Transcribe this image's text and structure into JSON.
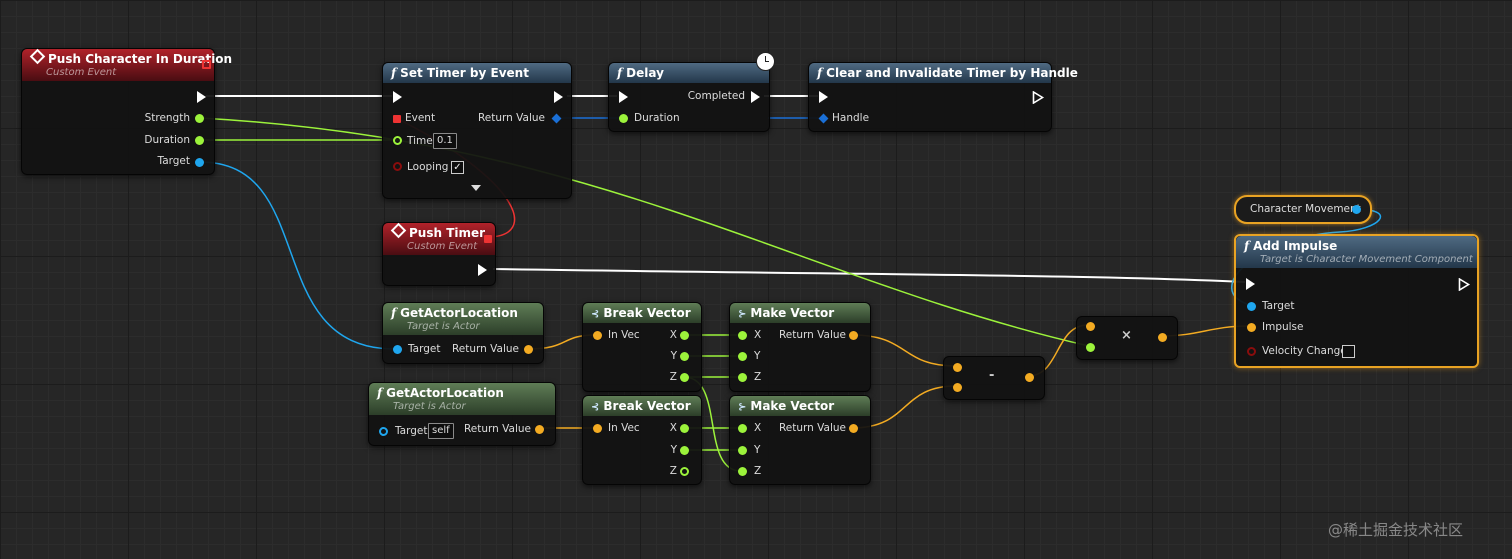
{
  "colors": {
    "exec": "#ffffff",
    "float": "#9cf33b",
    "vector": "#f3ab22",
    "object": "#1fa6ee",
    "handle": "#1a6fd6",
    "selected_border": "#e9a323",
    "event_header": "#b1222a",
    "function_header": "#4f6a82",
    "pure_header": "#5f7d56"
  },
  "nodes": {
    "push_char": {
      "title": "Push Character In Duration",
      "subtitle": "Custom Event",
      "strength": "Strength",
      "duration": "Duration",
      "target": "Target",
      "icon": "event-icon"
    },
    "set_timer": {
      "title": "Set Timer by Event",
      "event": "Event",
      "return_value": "Return Value",
      "time": "Time",
      "time_value": "0.1",
      "looping": "Looping",
      "looping_checked": "✓",
      "icon": "function-icon"
    },
    "delay": {
      "title": "Delay",
      "completed": "Completed",
      "duration": "Duration",
      "icon": "clock-icon"
    },
    "clear_timer": {
      "title": "Clear and Invalidate Timer by Handle",
      "handle": "Handle"
    },
    "push_timer": {
      "title": "Push Timer",
      "subtitle": "Custom Event"
    },
    "char_movement": {
      "label": "Character Movement"
    },
    "add_impulse": {
      "title": "Add Impulse",
      "subtitle": "Target is Character Movement Component",
      "target": "Target",
      "impulse": "Impulse",
      "velocity_change": "Velocity Change"
    },
    "get_loc_1": {
      "title": "GetActorLocation",
      "subtitle": "Target is Actor",
      "target": "Target",
      "return_value": "Return Value"
    },
    "get_loc_2": {
      "title": "GetActorLocation",
      "subtitle": "Target is Actor",
      "target": "Target",
      "target_value": "self",
      "return_value": "Return Value"
    },
    "break_1": {
      "title": "Break Vector",
      "in_vec": "In Vec",
      "x": "X",
      "y": "Y",
      "z": "Z"
    },
    "break_2": {
      "title": "Break Vector",
      "in_vec": "In Vec",
      "x": "X",
      "y": "Y",
      "z": "Z"
    },
    "make_1": {
      "title": "Make Vector",
      "x": "X",
      "y": "Y",
      "z": "Z",
      "return_value": "Return Value"
    },
    "make_2": {
      "title": "Make Vector",
      "x": "X",
      "y": "Y",
      "z": "Z",
      "return_value": "Return Value"
    },
    "subtract": {
      "op": "-"
    },
    "multiply": {
      "op": "×"
    }
  },
  "watermark": "@稀土掘金技术社区"
}
